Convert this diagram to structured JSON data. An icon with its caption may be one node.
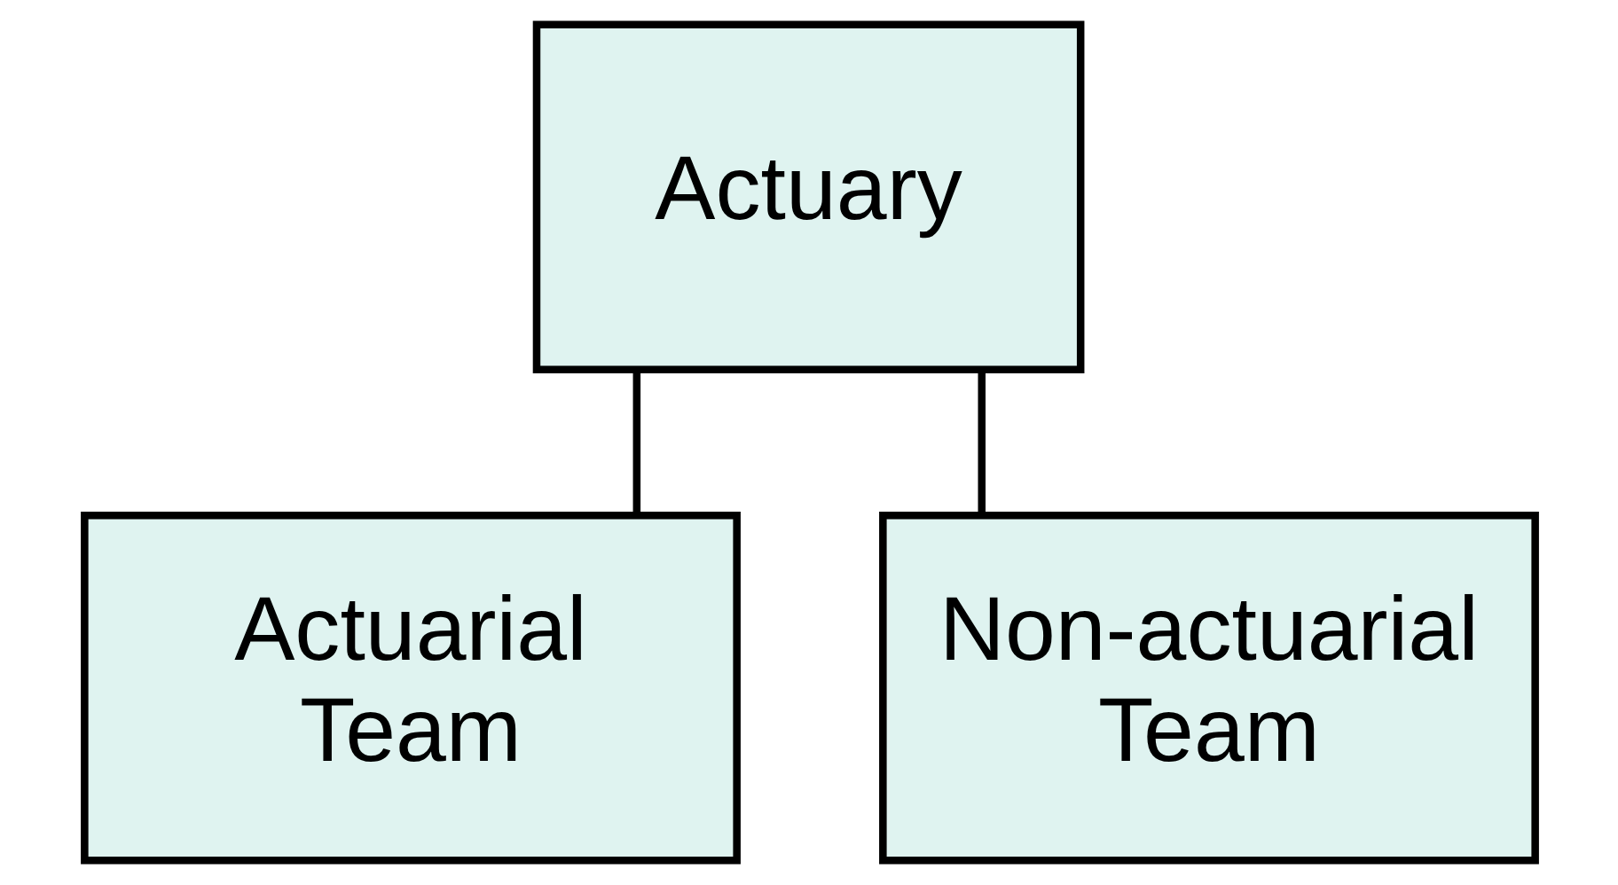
{
  "diagram": {
    "nodes": [
      {
        "text": [
          "Actuary"
        ]
      },
      {
        "text": [
          "Actuarial Team"
        ]
      },
      {
        "text": [
          "Non-actuarial Team"
        ]
      }
    ],
    "edges": [
      {
        "from": 0,
        "to": 1,
        "arrow": "none"
      },
      {
        "from": 0,
        "to": 2,
        "arrow": "none"
      }
    ]
  }
}
